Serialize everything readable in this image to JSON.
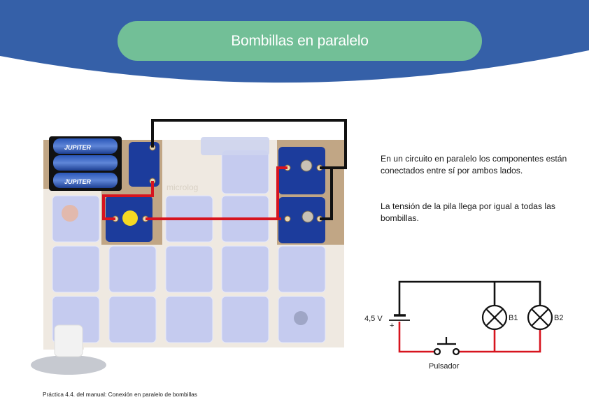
{
  "header": {
    "title": "Bombillas en paralelo",
    "colors": {
      "band": "#3560A8",
      "pill": "#72BF97",
      "title_text": "#FFFFFF"
    }
  },
  "board_photo": {
    "description": "Circuit board photo with battery holder, switch module, push button module and two bulb modules connected in parallel",
    "battery_brand": "JUPITER",
    "board_logo": "microlog",
    "wire_colors": {
      "positive": "#D7141E",
      "negative": "#111111"
    }
  },
  "description": {
    "paragraph_1": "En un circuito en paralelo los componentes están conectados entre sí por ambos lados.",
    "paragraph_2": "La tensión de la pila llega por igual a todas las bombillas."
  },
  "schematic": {
    "battery_label": "4,5 V",
    "battery_polarity": "+",
    "switch_label": "Pulsador",
    "bulbs": [
      {
        "label": "B1"
      },
      {
        "label": "B2"
      }
    ],
    "wire_colors": {
      "top": "#111111",
      "bottom": "#D7141E"
    }
  },
  "caption": "Práctica 4.4. del manual: Conexión en paralelo de bombillas"
}
